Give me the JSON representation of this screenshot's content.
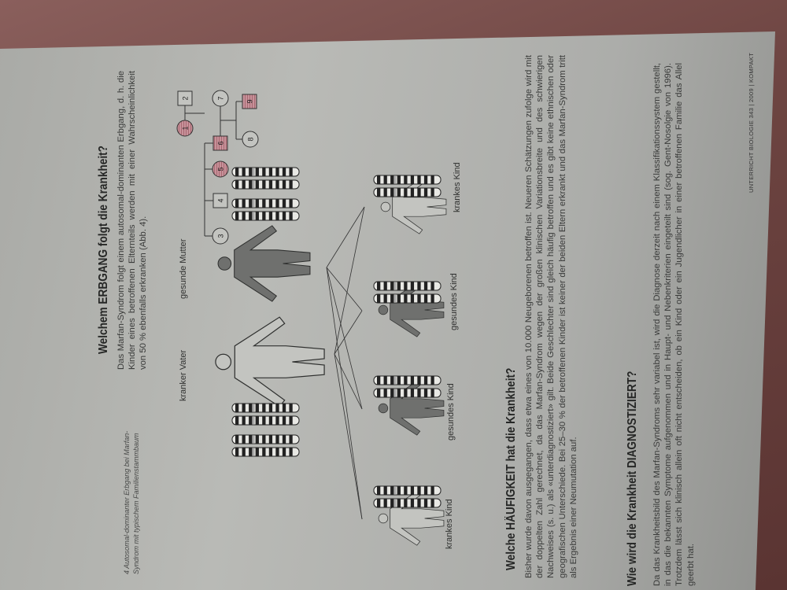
{
  "section1": {
    "title": "Welchem ERBGANG folgt die Krankheit?",
    "text": "Das Marfan-Syndrom folgt einem autosomal-dominanten Erbgang, d. h. die Kinder eines betroffenen Elternteils werden mit einer Wahrscheinlichkeit von 50 % ebenfalls erkranken (Abb. 4)."
  },
  "figure": {
    "caption": "4 Autosomal-dominanter Erbgang bei Marfan-Syndrom mit typischem Familienstammbaum",
    "father_label": "kranker Vater",
    "mother_label": "gesunde Mutter",
    "children": [
      {
        "label": "krankes Kind",
        "affected": true
      },
      {
        "label": "gesundes Kind",
        "affected": false
      },
      {
        "label": "gesundes Kind",
        "affected": false
      },
      {
        "label": "krankes Kind",
        "affected": true
      }
    ],
    "pedigree": {
      "nodes": [
        {
          "id": "1",
          "shape": "circle",
          "affected": true
        },
        {
          "id": "2",
          "shape": "square",
          "affected": false
        },
        {
          "id": "3",
          "shape": "circle",
          "affected": false
        },
        {
          "id": "4",
          "shape": "square",
          "affected": false
        },
        {
          "id": "5",
          "shape": "circle",
          "affected": true
        },
        {
          "id": "6",
          "shape": "square",
          "affected": true
        },
        {
          "id": "7",
          "shape": "circle",
          "affected": false
        },
        {
          "id": "8",
          "shape": "circle",
          "affected": false
        },
        {
          "id": "9",
          "shape": "square",
          "affected": true
        }
      ]
    }
  },
  "section2": {
    "title": "Welche HÄUFIGKEIT hat die Krankheit?",
    "text": "Bisher wurde davon ausgegangen, dass etwa eines von 10.000 Neugeborenen betroffen ist. Neueren Schätzungen zufolge wird mit der doppelten Zahl gerechnet, da das Marfan-Syndrom wegen der großen klinischen Variationsbreite und des schwierigen Nachweises (s. u.) als «unterdiagnostiziert» gilt. Beide Geschlechter sind gleich häufig betroffen und es gibt keine ethnischen oder geografischen Unterschiede. Bei 25–30 % der betroffenen Kinder ist keiner der beiden Eltern erkrankt und das Marfan-Syndrom tritt als Ergebnis einer Neumutation auf."
  },
  "section3": {
    "title": "Wie wird die Krankheit DIAGNOSTIZIERT?",
    "text": "Da das Krankheitsbild des Marfan-Syndroms sehr variabel ist, wird die Diagnose derzeit nach einem Klassifikationssystem gestellt, in das die bekannten Symptome aufgenommen und in Haupt- und Nebenkriterien eingeteilt sind (sog. Gent-Nosolgie von 1996). Trotzdem lässt sich klinisch allein oft nicht entscheiden, ob ein Kind oder ein Jugendlicher in einer betroffenen Familie das Allel geerbt hat."
  },
  "footer": "UNTERRICHT BIOLOGIE 343 | 2009 | KOMPAKT",
  "colors": {
    "affected": "#b0707a",
    "healthy_fill": "#6f706e",
    "ink": "#2f302f"
  }
}
